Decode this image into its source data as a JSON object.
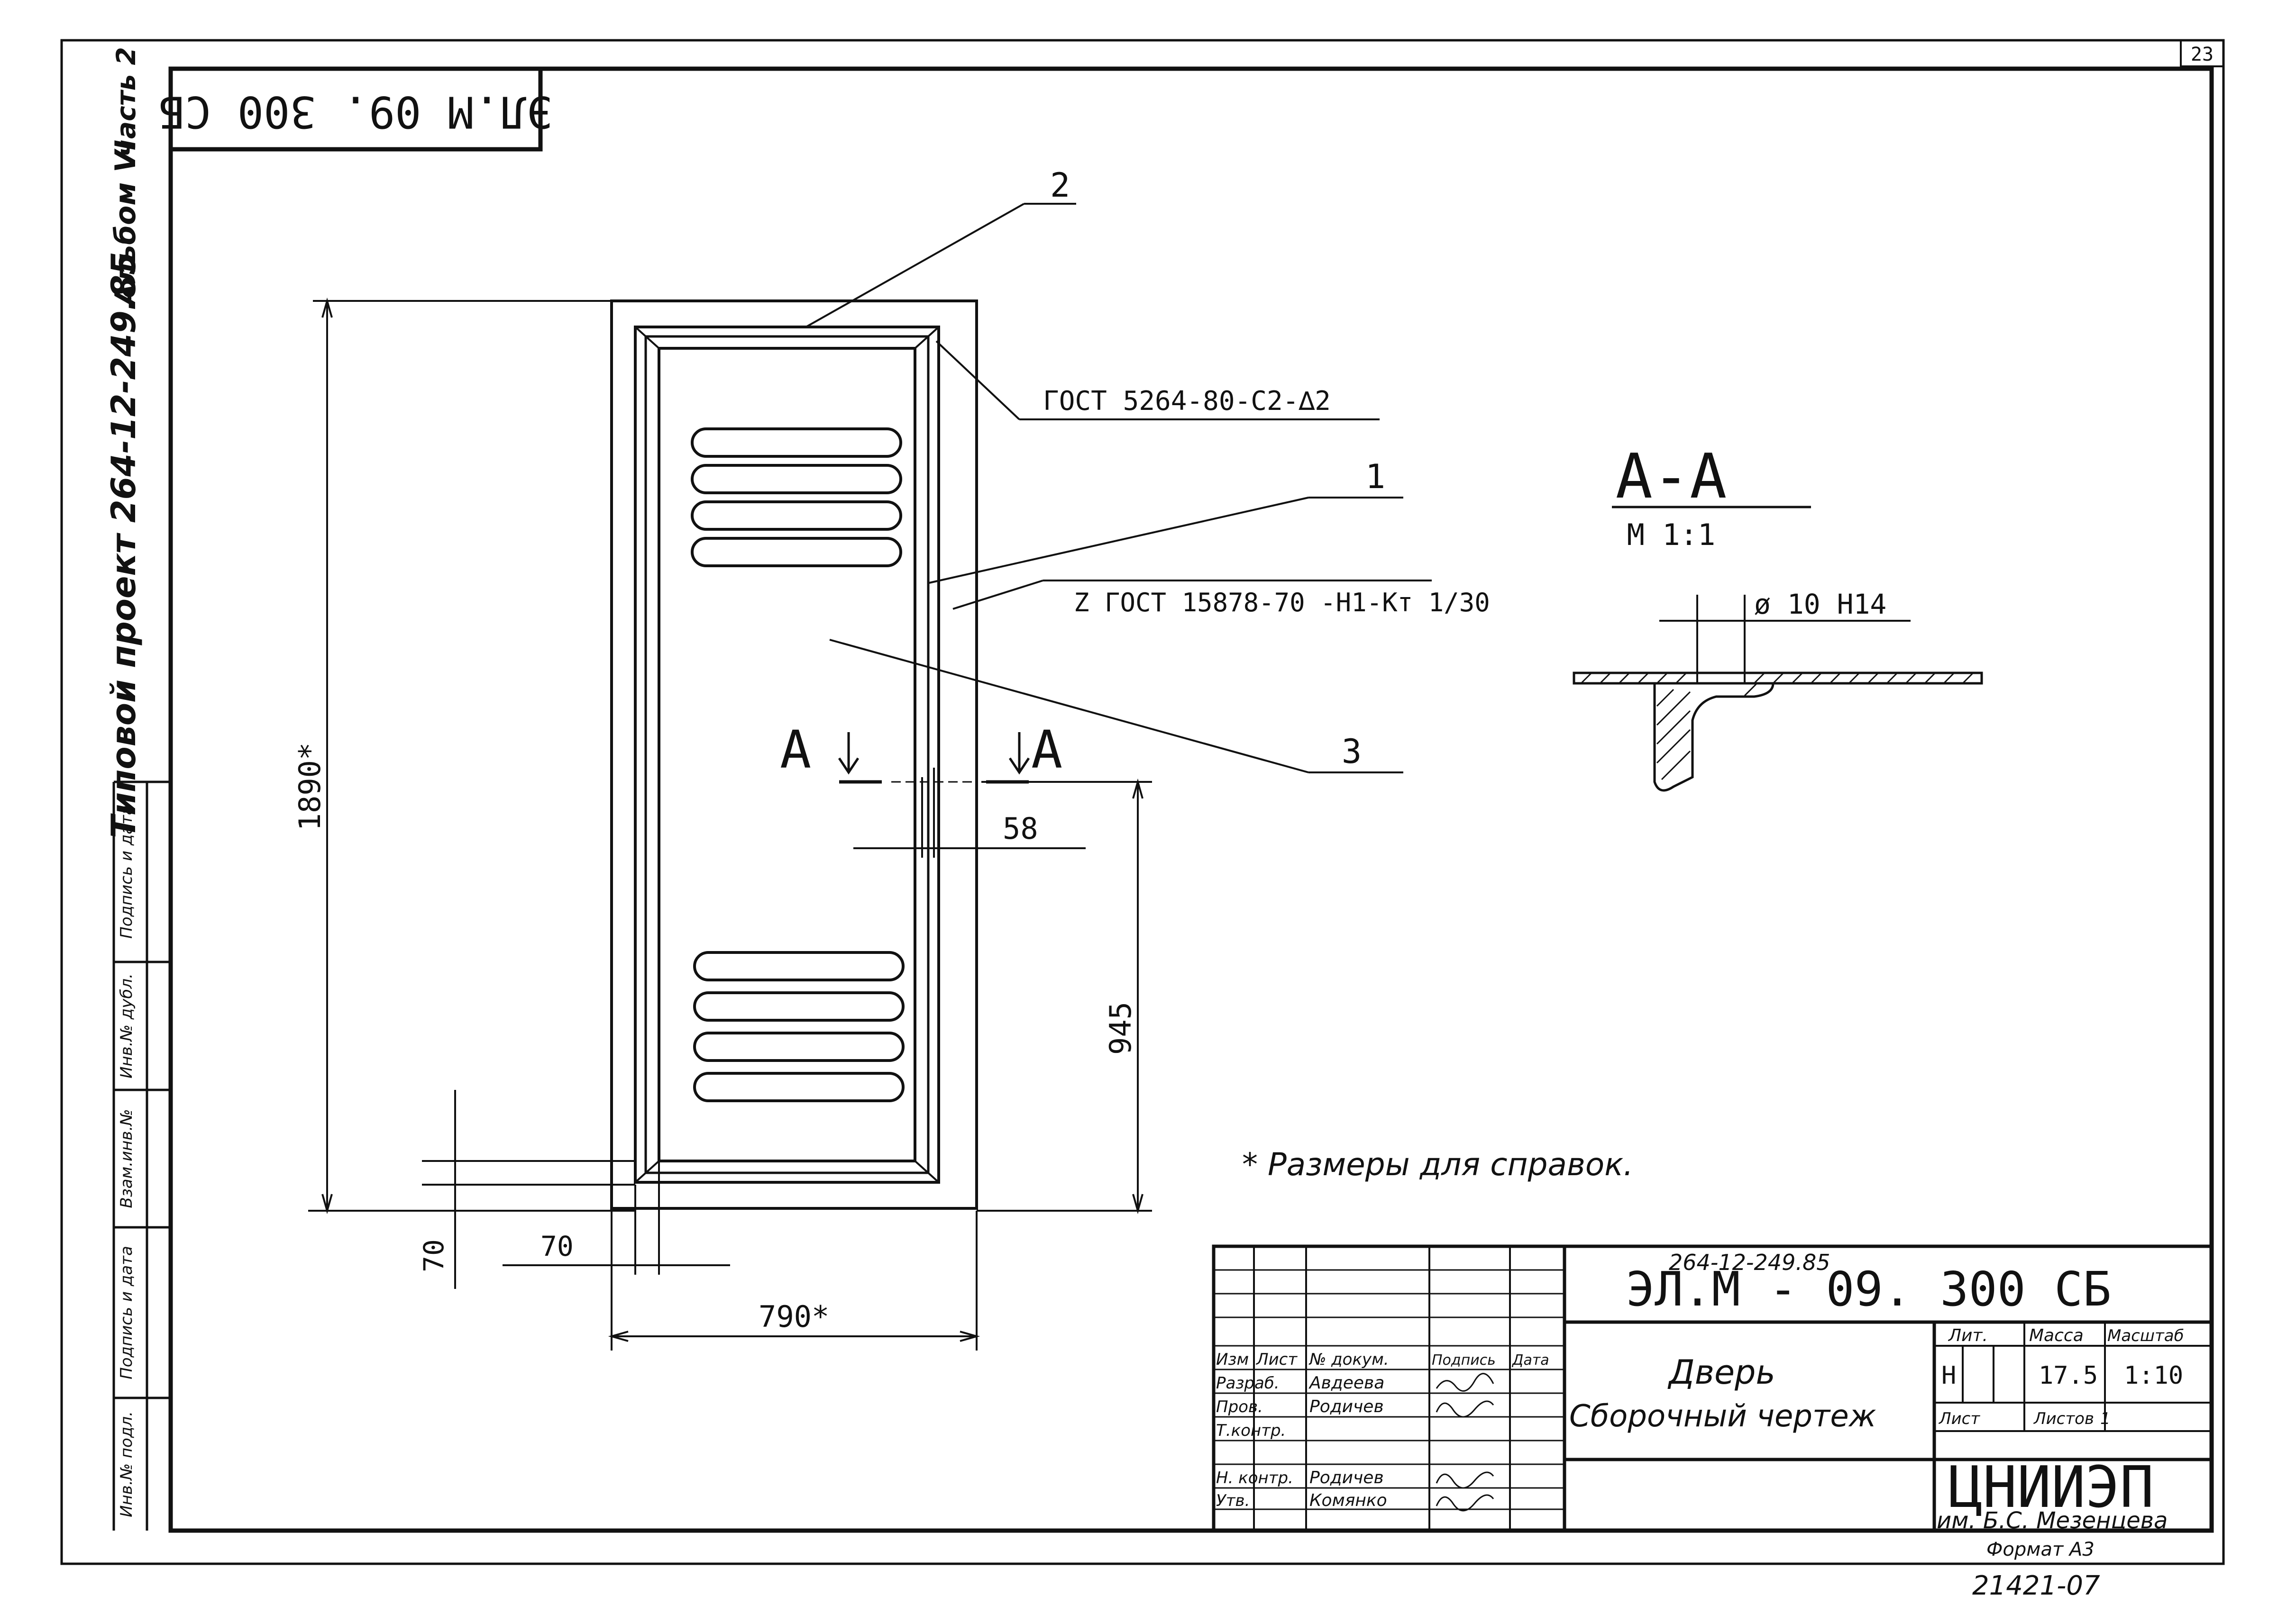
{
  "sheet": {
    "sheet_number": "23",
    "corner_code": "ЭЛ.М 09. 300 СБ",
    "vertical_title_project": "Типовой проект 264-12-249.85",
    "vertical_title_album": "Альбом VI",
    "vertical_title_part": "часть 2",
    "side_stamp": [
      "Инв.№ подл.",
      "Подпись и дата",
      "Взам.инв.№",
      "Инв.№ дубл.",
      "Подпись и дата"
    ],
    "footer_format": "Формат А3",
    "footer_number": "21421-07"
  },
  "drawing": {
    "callout_1": "1",
    "callout_2": "2",
    "callout_3": "3",
    "weld_note_top": "ГОСТ 5264-80-С2-∆2",
    "weld_note_side": "Z ГОСТ 15878-70 -Н1-Кт 1/30",
    "section_mark": "А",
    "dim_height": "1890*",
    "dim_width": "790*",
    "dim_945": "945",
    "dim_58": "58",
    "dim_70_horizontal": "70",
    "dim_70_vertical": "70",
    "section_title": "А-А",
    "section_scale": "М 1:1",
    "section_diameter": "ø 10 Н14",
    "note": "* Размеры для справок."
  },
  "title_block": {
    "project_ref": "264-12-249.85",
    "doc_code": "ЭЛ.М - 09. 300 СБ",
    "title_line1": "Дверь",
    "title_line2": "Сборочный чертеж",
    "col_izm": "Изм",
    "col_list": "Лист",
    "col_doc": "№ докум.",
    "col_sign": "Подпись",
    "col_date": "Дата",
    "role_razrab": "Разраб.",
    "name_razrab": "Авдеева",
    "role_prov": "Пров.",
    "name_prov": "Родичев",
    "role_tkontr": "Т.контр.",
    "role_nkontr": "Н. контр.",
    "name_nkontr": "Родичев",
    "role_utv": "Утв.",
    "name_utv": "Комянко",
    "hdr_lit": "Лит.",
    "hdr_mass": "Масса",
    "hdr_scale": "Масштаб",
    "val_lit": "Н",
    "val_mass": "17.5",
    "val_scale": "1:10",
    "hdr_sheet": "Лист",
    "hdr_sheets": "Листов",
    "val_sheets": "1",
    "org": "ЦНИИЭП",
    "org_sub": "им. Б.С. Мезенцева"
  }
}
